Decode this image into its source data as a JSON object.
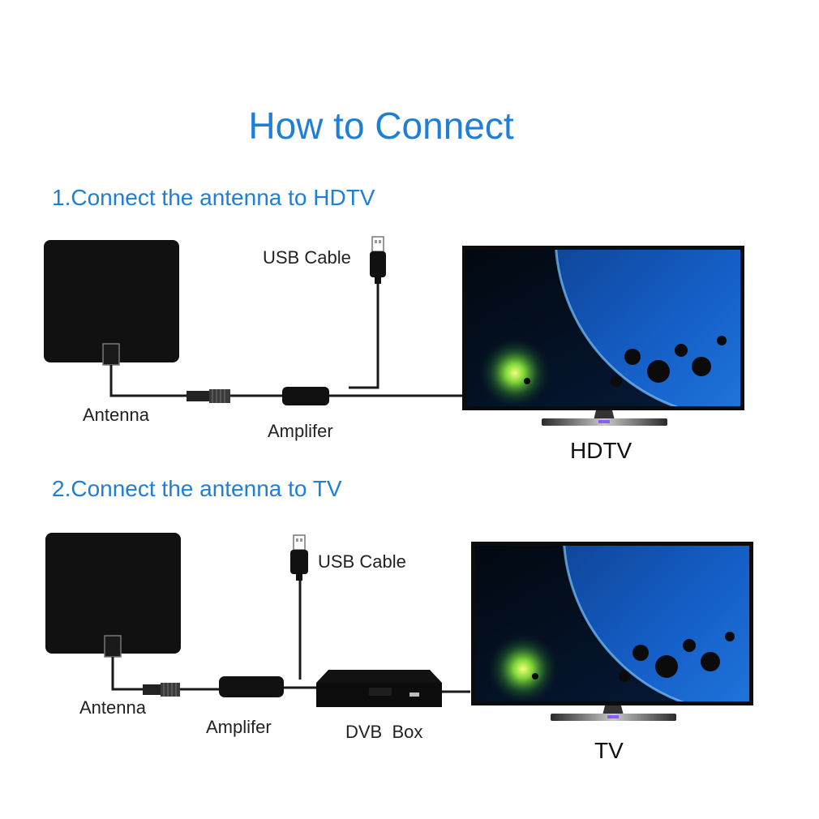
{
  "title": "How to Connect",
  "step1": {
    "heading": "1.Connect the antenna to HDTV",
    "antenna_label": "Antenna",
    "usb_label": "USB Cable",
    "amplifier_label": "Amplifer",
    "tv_label": "HDTV"
  },
  "step2": {
    "heading": "2.Connect the antenna to TV",
    "antenna_label": "Antenna",
    "usb_label": "USB Cable",
    "amplifier_label": "Amplifer",
    "box_label": "DVB  Box",
    "tv_label": "TV"
  },
  "colors": {
    "title": "#1f7fd8",
    "device": "#111111",
    "cable": "#1a1a1a"
  }
}
